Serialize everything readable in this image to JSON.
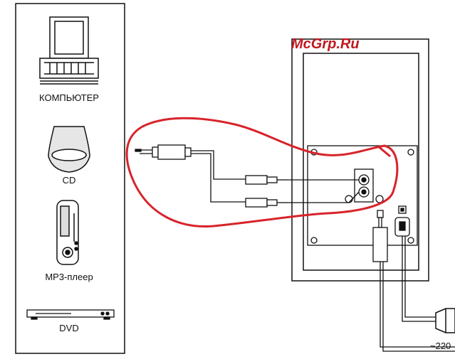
{
  "watermark": "McGrp.Ru",
  "sources": {
    "computer_label": "КОМПЬЮТЕР",
    "cd_label": "CD",
    "mp3_label": "MP3-плеер",
    "dvd_label": "DVD"
  },
  "power": {
    "voltage_label": "~220"
  },
  "colors": {
    "line": "#111111",
    "highlight": "#d8232a",
    "watermark": "#c0181f"
  }
}
